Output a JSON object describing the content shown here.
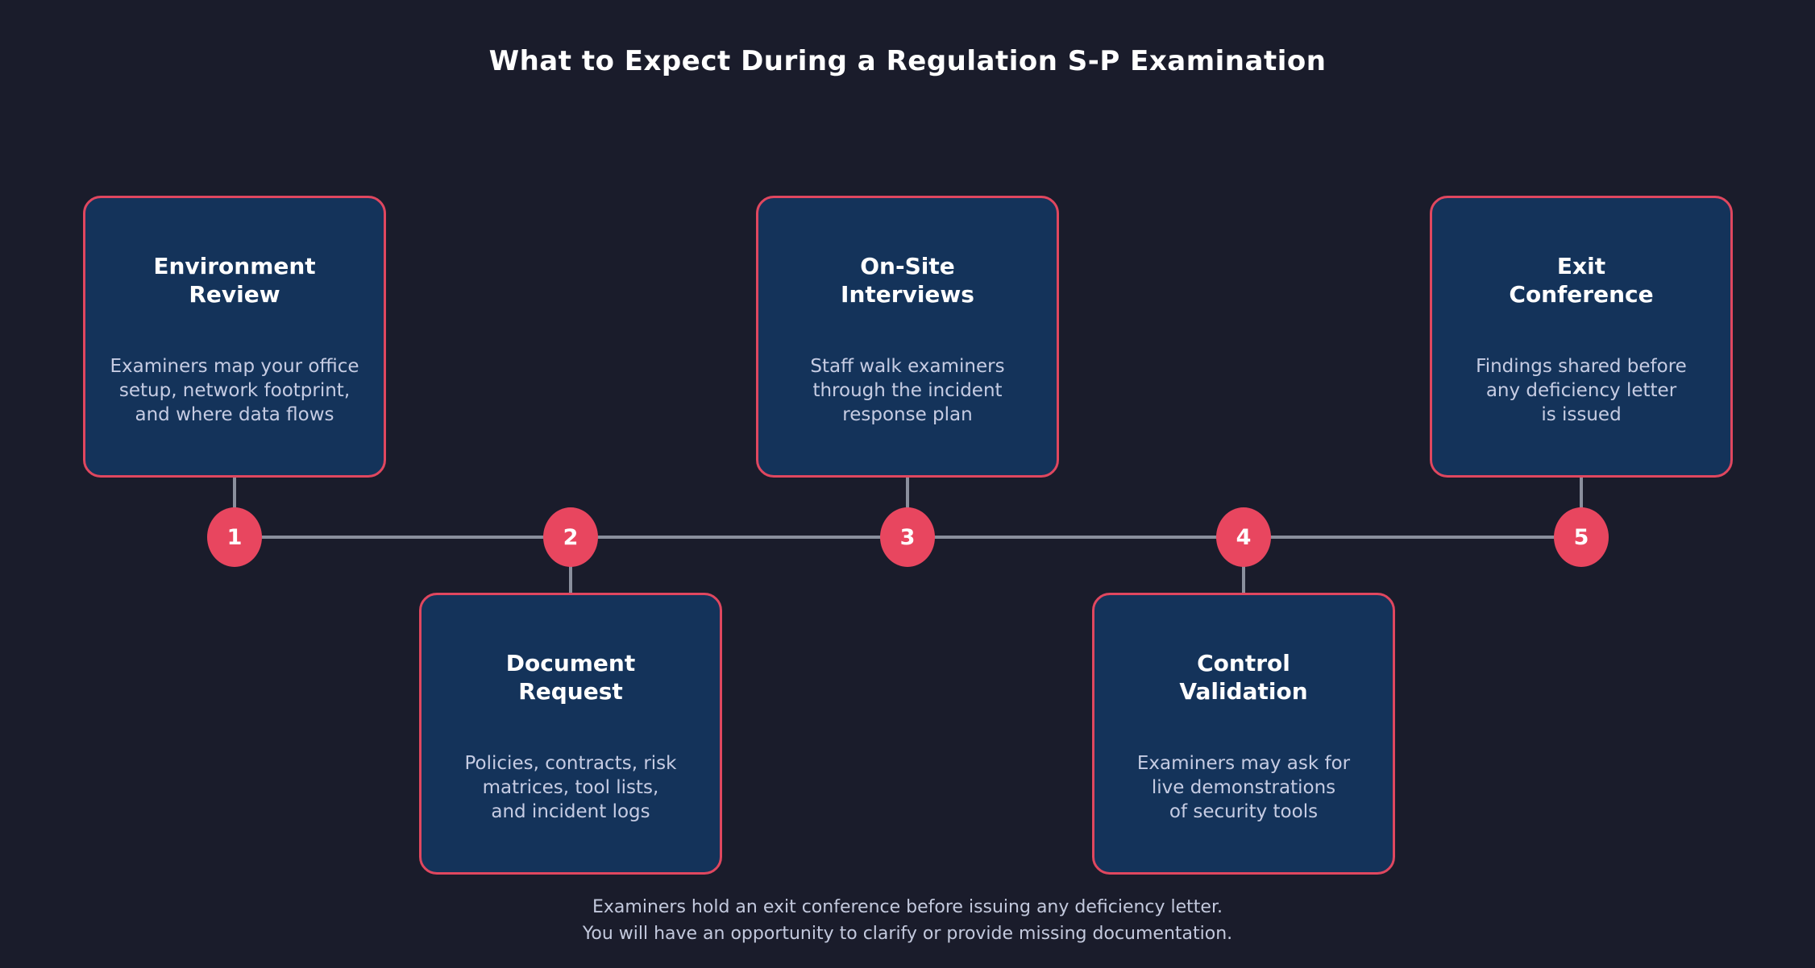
{
  "title": "What to Expect During a Regulation S-P Examination",
  "steps": [
    {
      "number": "1",
      "title": "Environment\nReview",
      "description": "Examiners map your office\nsetup, network footprint,\nand where data flows",
      "position": "top"
    },
    {
      "number": "2",
      "title": "Document\nRequest",
      "description": "Policies, contracts, risk\nmatrices, tool lists,\nand incident logs",
      "position": "bottom"
    },
    {
      "number": "3",
      "title": "On-Site\nInterviews",
      "description": "Staff walk examiners\nthrough the incident\nresponse plan",
      "position": "top"
    },
    {
      "number": "4",
      "title": "Control\nValidation",
      "description": "Examiners may ask for\nlive demonstrations\nof security tools",
      "position": "bottom"
    },
    {
      "number": "5",
      "title": "Exit\nConference",
      "description": "Findings shared before\nany deficiency letter\nis issued",
      "position": "top"
    }
  ],
  "footer": {
    "line1": "Examiners hold an exit conference before issuing any deficiency letter.",
    "line2": "You will have an opportunity to clarify or provide missing documentation."
  },
  "colors": {
    "background": "#1a1c2b",
    "card_fill": "#14335a",
    "card_border": "#e0475f",
    "node_fill": "#e8465f",
    "timeline_line": "#8a8f9d",
    "title_text": "#ffffff",
    "body_text": "#c6cce3",
    "footer_text": "#c3c9dd"
  }
}
